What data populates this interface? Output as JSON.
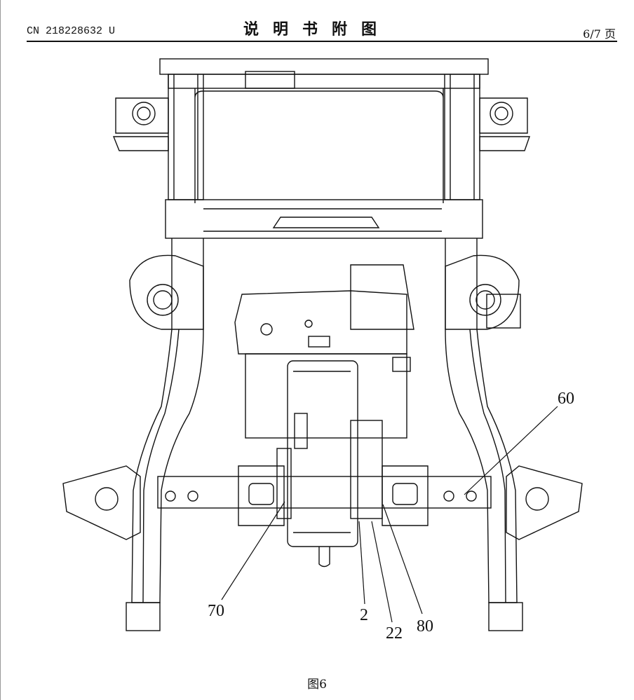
{
  "header": {
    "doc_number": "CN 218228632 U",
    "title": "说明书附图",
    "page": "6/7 页"
  },
  "figure": {
    "caption": "图6",
    "labels": {
      "l60": "60",
      "l70": "70",
      "l2": "2",
      "l22": "22",
      "l80": "80"
    }
  }
}
